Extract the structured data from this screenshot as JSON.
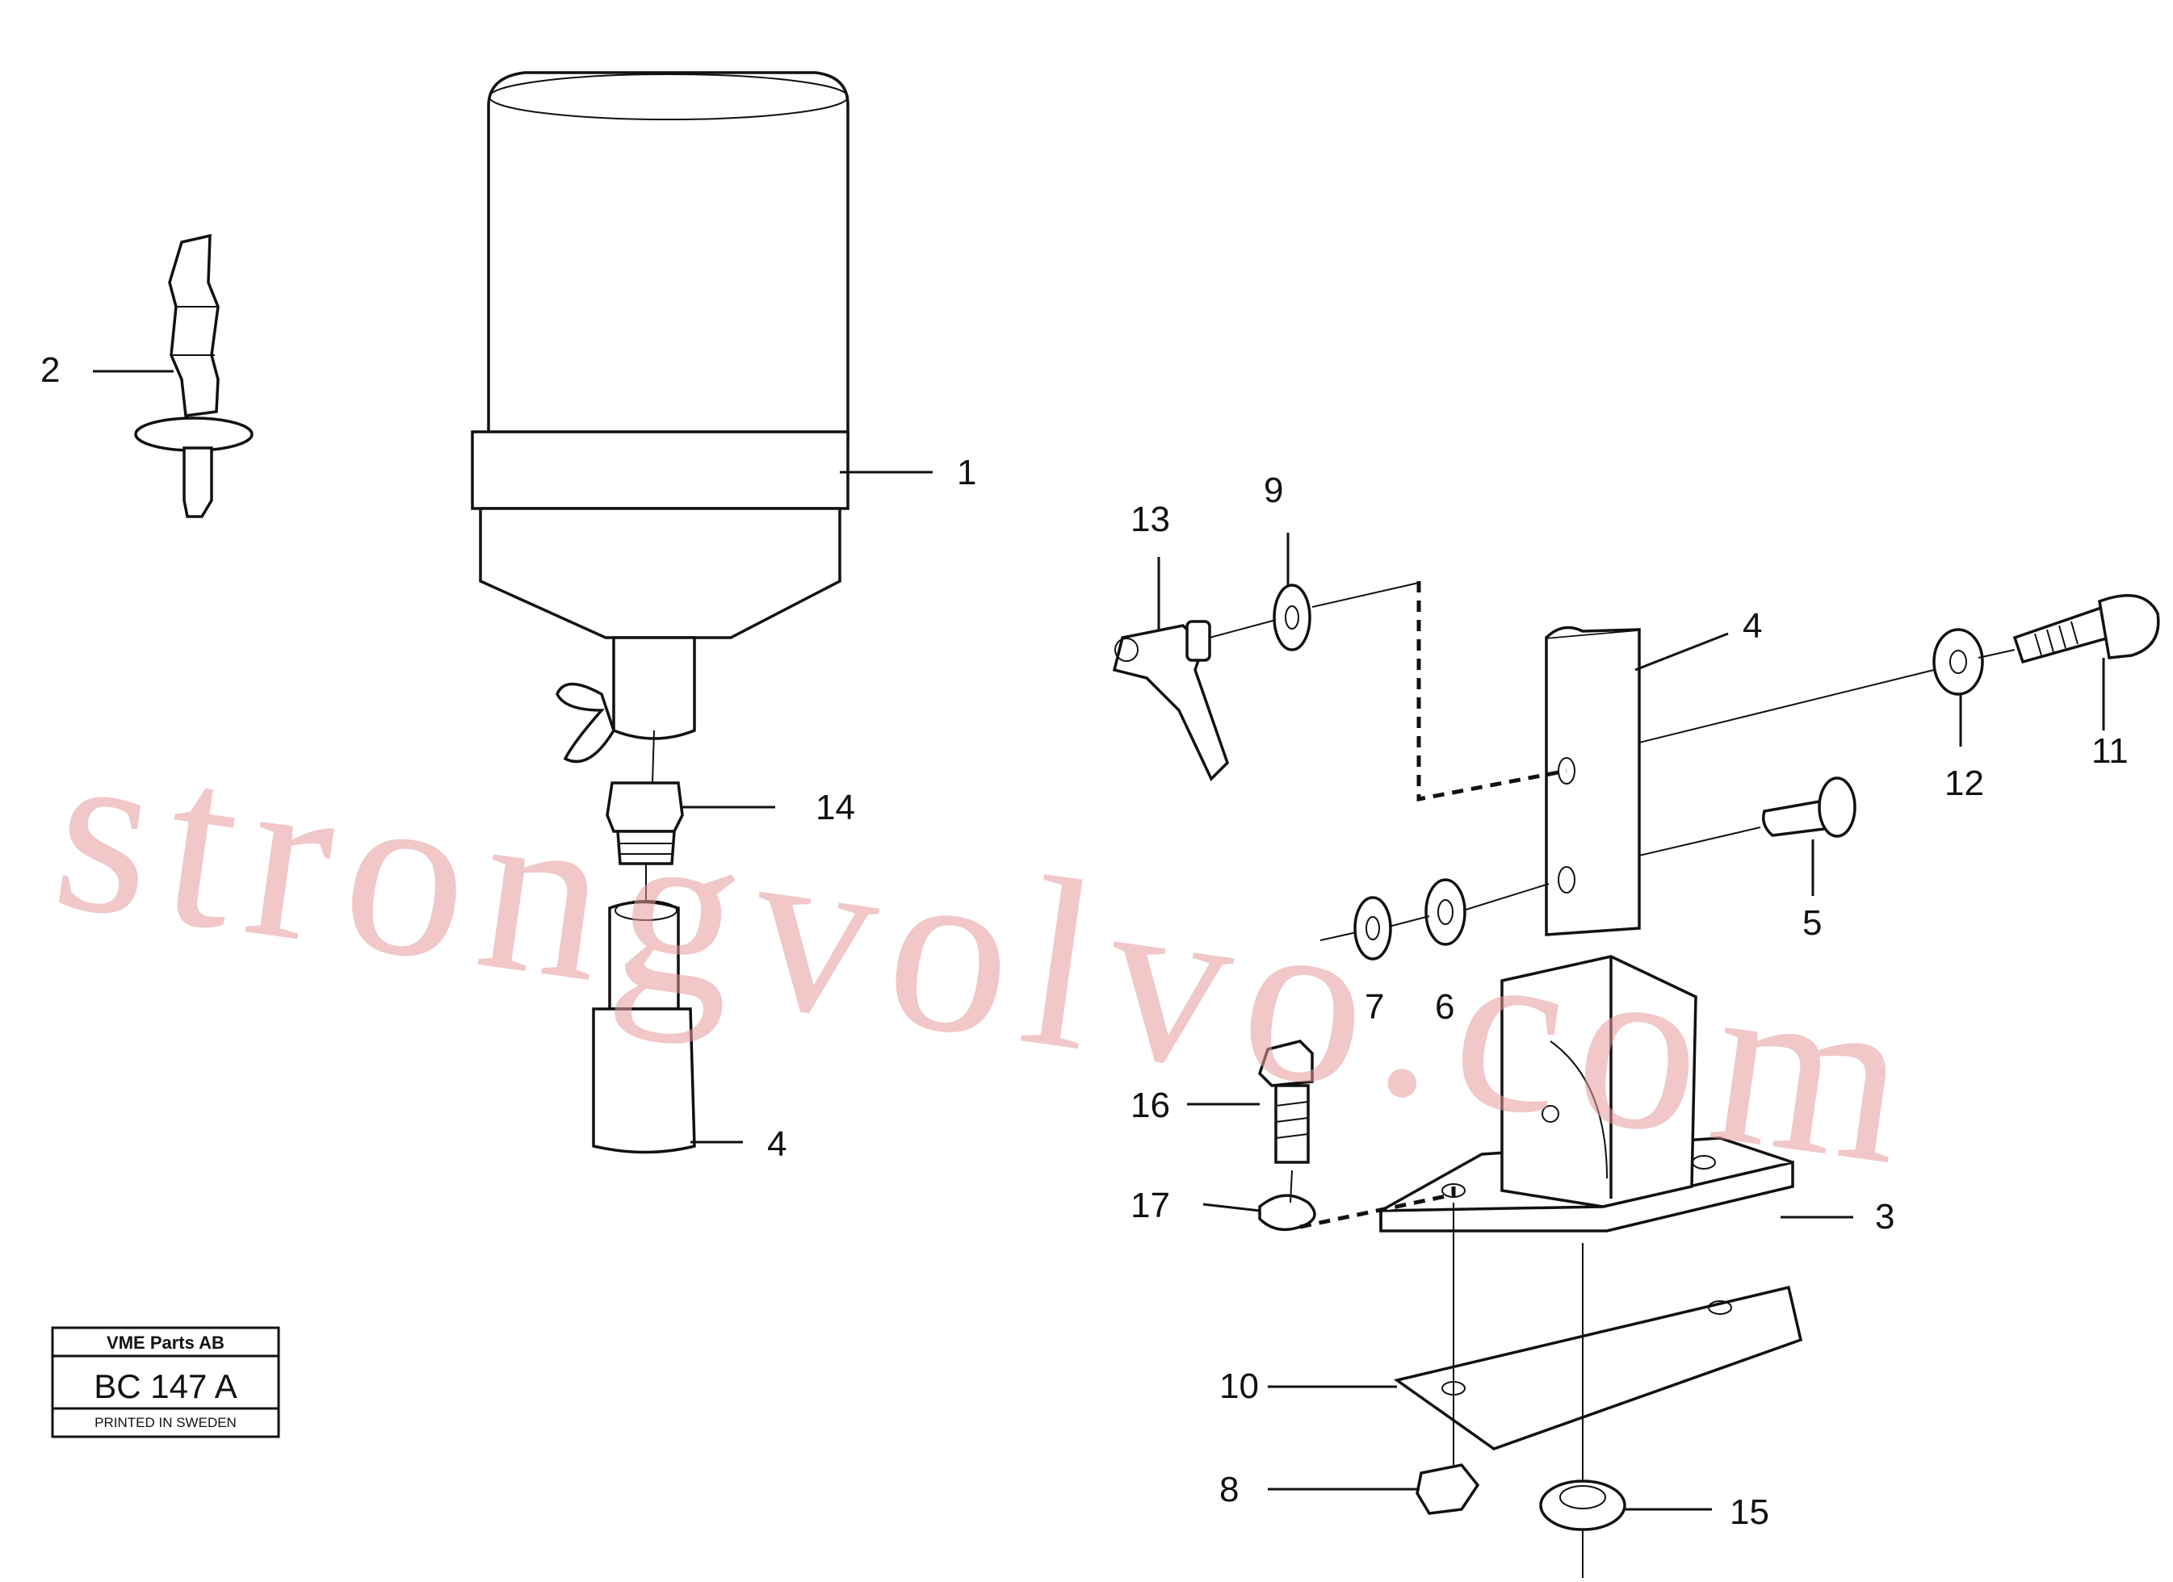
{
  "callouts": [
    "1",
    "2",
    "3",
    "4",
    "4",
    "5",
    "6",
    "7",
    "8",
    "9",
    "10",
    "11",
    "12",
    "13",
    "14",
    "15",
    "16",
    "17"
  ],
  "watermark": "strongvolvo.com",
  "stamp": {
    "company": "VME Parts AB",
    "code": "BC 147 A",
    "footer": "PRINTED IN SWEDEN"
  },
  "colors": {
    "line": "#111111",
    "watermark": "#e79a9c",
    "background": "#ffffff"
  }
}
